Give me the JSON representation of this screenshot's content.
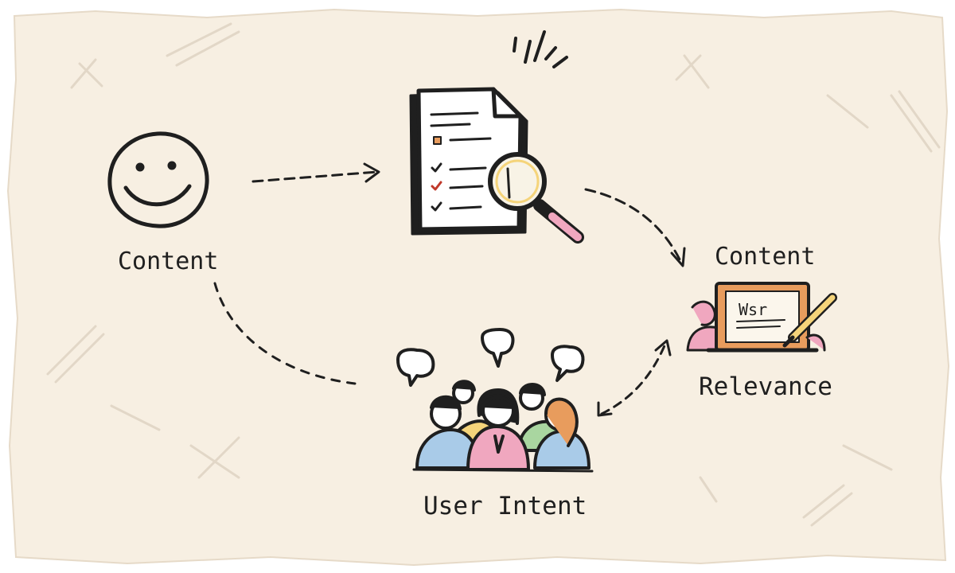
{
  "nodes": {
    "content_left": {
      "label": "Content"
    },
    "content_right": {
      "label": "Content"
    },
    "relevance": {
      "label": "Relevance"
    },
    "user_intent": {
      "label": "User Intent"
    },
    "screen_text": "Wsr"
  },
  "colors": {
    "paper": "#f7efe2",
    "ink": "#1f1f1f",
    "pink": "#f0a7bf",
    "yellow": "#f5d47a",
    "green": "#a9d6a0",
    "blue": "#a9cbe8",
    "orange": "#e89c5d",
    "sketch_gray": "#e2d7c7"
  },
  "icons": [
    "smiley-icon",
    "document-checklist-icon",
    "magnifying-glass-icon",
    "laptop-icon",
    "pencil-icon",
    "people-group-icon",
    "speech-bubble-icon"
  ]
}
